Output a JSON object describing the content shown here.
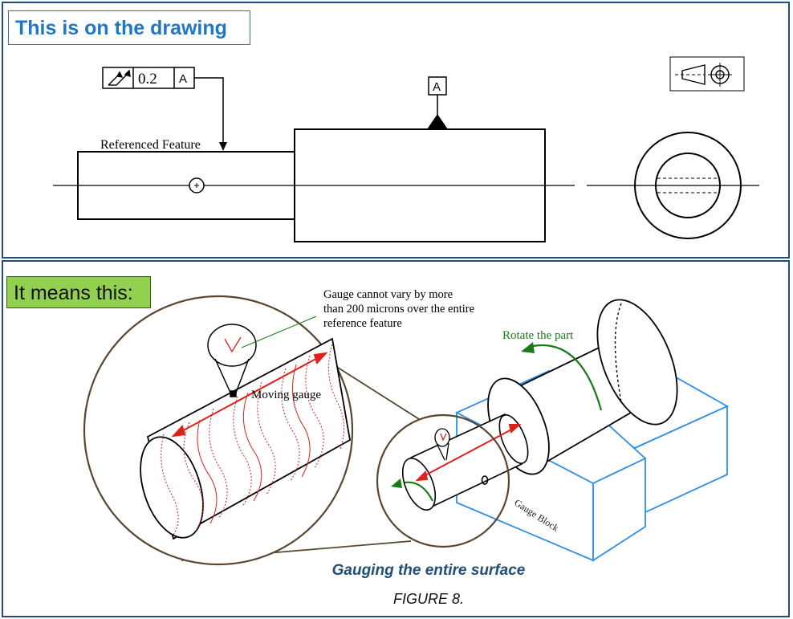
{
  "top_panel": {
    "label": "This is on the drawing",
    "fcf": {
      "value": "0.2",
      "datum": "A"
    },
    "datum_flag": "A",
    "referenced_feature": "Referenced Feature"
  },
  "bottom_panel": {
    "label": "It means this:",
    "annotation_gauge": [
      "Gauge cannot vary by more",
      "than 200 microns over the entire",
      "reference feature"
    ],
    "moving_gauge": "Moving gauge",
    "rotate_the_part": "Rotate the part",
    "gauge_block": "Gauge Block",
    "caption": "Gauging the entire surface",
    "figure": "FIGURE 8."
  },
  "colors": {
    "frame": "#1f4e79",
    "title_blue": "#1f77c8",
    "green_box": "#92d050",
    "gauge_red": "#e0201b",
    "rotate_green": "#1a7a1a",
    "block_blue": "#2f8fe8",
    "callout_brown": "#5a4630"
  }
}
